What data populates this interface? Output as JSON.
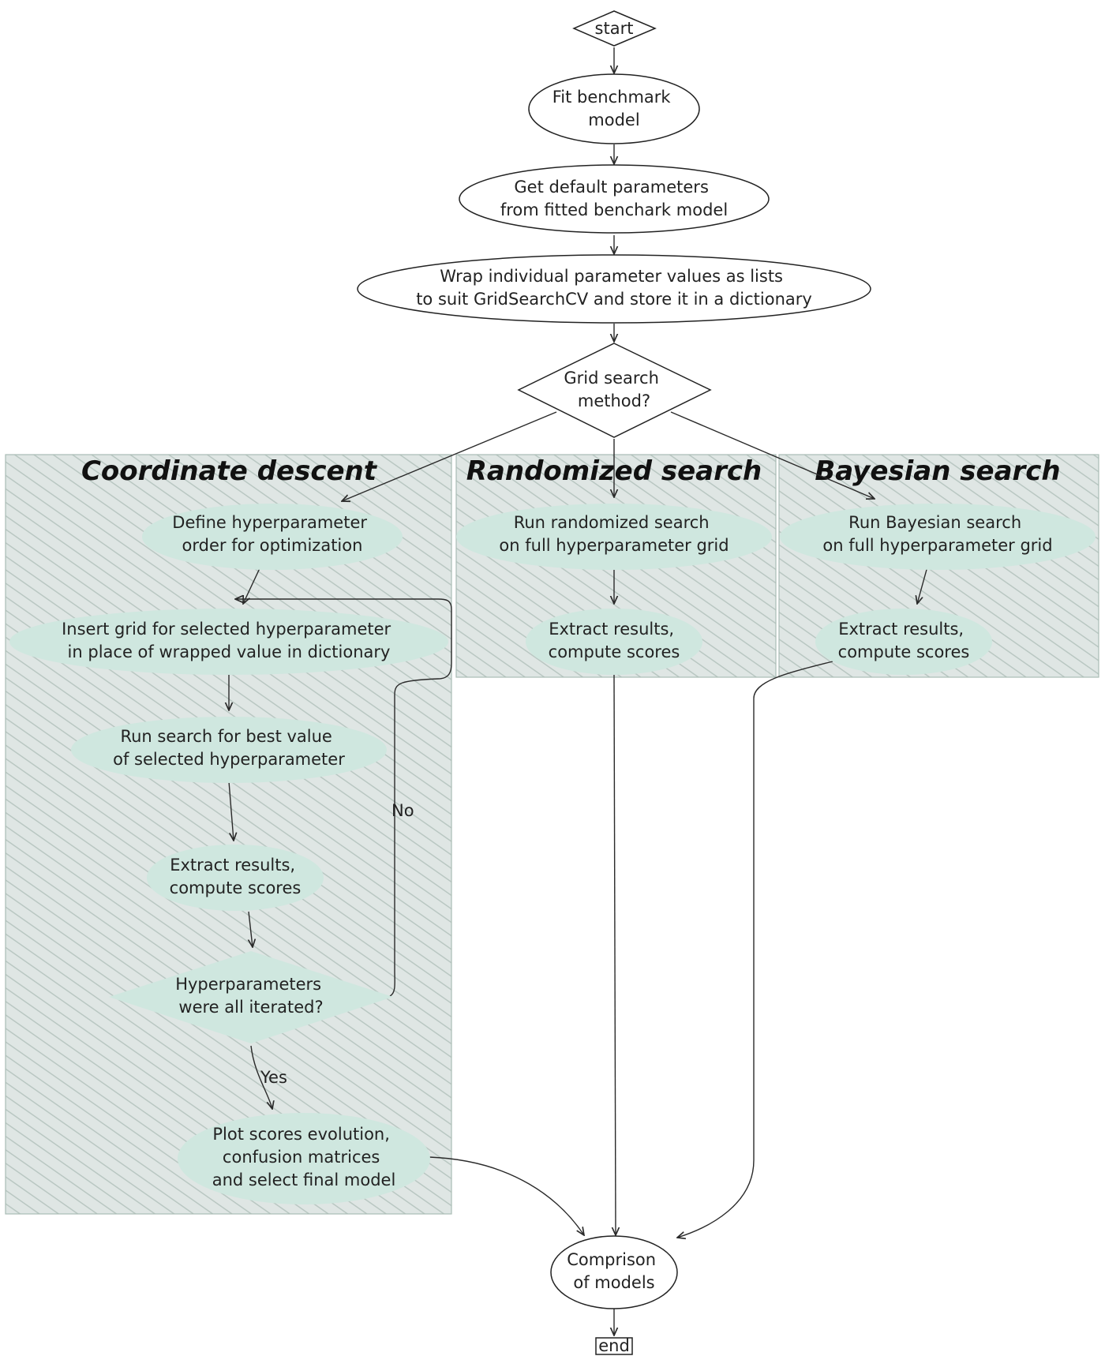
{
  "diagram": {
    "colors": {
      "panel": "#d9e1df",
      "node_fill": "#cfe7df",
      "stroke": "#222222"
    },
    "panels": {
      "coordinate": {
        "title": "Coordinate descent"
      },
      "randomized": {
        "title": "Randomized search"
      },
      "bayesian": {
        "title": "Bayesian search"
      }
    },
    "nodes": {
      "start": [
        "start"
      ],
      "fit": [
        "Fit benchmark",
        "model"
      ],
      "getdefault": [
        "Get default parameters",
        "from fitted benchark model"
      ],
      "wrap": [
        "Wrap individual parameter values as lists",
        "to suit GridSearchCV and store it in a dictionary"
      ],
      "gridsearch": [
        "Grid search",
        "method?"
      ],
      "define": [
        "Define hyperparameter",
        "order for optimization"
      ],
      "insert": [
        "Insert grid for selected hyperparameter",
        "in place of wrapped value in dictionary"
      ],
      "runsearch": [
        "Run search for best value",
        "of selected hyperparameter"
      ],
      "cd_extract": [
        "Extract results,",
        "compute scores"
      ],
      "iterated": [
        "Hyperparameters",
        "were all iterated?"
      ],
      "plot": [
        "Plot scores evolution,",
        "confusion matrices",
        "and select final model"
      ],
      "runrandom": [
        "Run randomized search",
        "on full hyperparameter grid"
      ],
      "rs_extract": [
        "Extract results,",
        "compute scores"
      ],
      "runbayes": [
        "Run Bayesian search",
        "on full hyperparameter grid"
      ],
      "bs_extract": [
        "Extract results,",
        "compute scores"
      ],
      "comparison": [
        "Comprison",
        "of models"
      ],
      "end": [
        "end"
      ]
    },
    "edges": {
      "no": "No",
      "yes": "Yes"
    }
  }
}
